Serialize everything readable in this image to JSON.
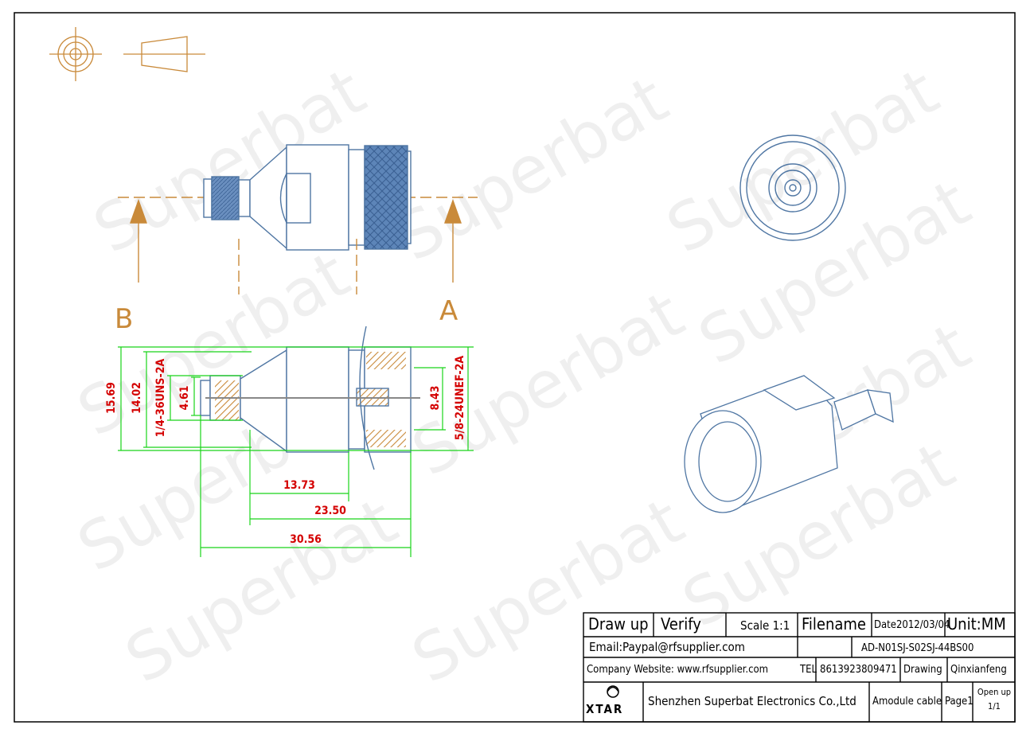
{
  "watermark": "Superbat",
  "views": {
    "section_marker_b": "B",
    "section_marker_a": "A"
  },
  "dimensions": {
    "d_15_69": "15.69",
    "d_14_02": "14.02",
    "thread_left": "1/4-36UNS-2A",
    "d_4_61": "4.61",
    "d_8_43": "8.43",
    "thread_right": "5/8-24UNEF-2A",
    "len_13_73": "13.73",
    "len_23_50": "23.50",
    "len_30_56": "30.56"
  },
  "title_block": {
    "draw_up": "Draw up",
    "verify": "Verify",
    "scale": "Scale 1:1",
    "filename": "Filename",
    "date": "Date2012/03/04",
    "unit": "Unit:MM",
    "email": "Email:Paypal@rfsupplier.com",
    "part_no": "AD-N01SJ-S02SJ-44BS00",
    "website": "Company Website:  www.rfsupplier.com",
    "tel_label": "TEL",
    "tel": "8613923809471",
    "drawing_label": "Drawing",
    "drawer": "Qinxianfeng",
    "logo_text": "XTAR",
    "company": "Shenzhen Superbat Electronics Co.,Ltd",
    "product": "Amodule cable",
    "page": "Page1",
    "open_up": "Open up",
    "open_up_value": "1/1"
  },
  "colors": {
    "outline": "#5a7fa6",
    "thread_fill": "#5e86b8",
    "dimension_line": "#19d419",
    "dimension_text": "#d40000",
    "hatch": "#c98a3a",
    "center_line": "#c98a3a"
  }
}
